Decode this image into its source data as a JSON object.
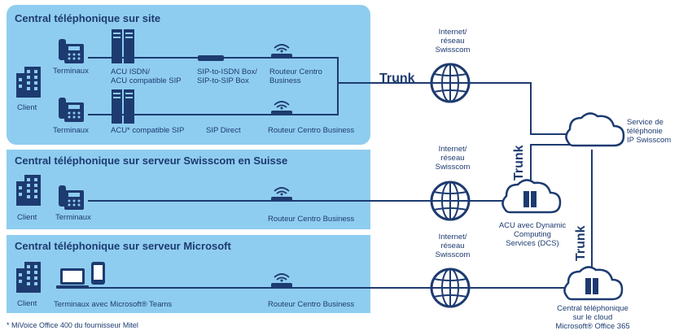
{
  "sections": [
    {
      "title": "Central téléphonique sur site"
    },
    {
      "title": "Central téléphonique sur serveur Swisscom en Suisse"
    },
    {
      "title": "Central téléphonique sur serveur Microsoft"
    }
  ],
  "labels": {
    "client1": "Client",
    "client2": "Client",
    "client3": "Client",
    "terminaux1": "Terminaux",
    "terminaux2": "Terminaux",
    "terminaux3": "Terminaux",
    "terminaux_teams": "Terminaux avec Microsoft® Teams",
    "acu_isdn_1": "ACU ISDN/",
    "acu_isdn_2": "ACU compatible SIP",
    "acu_sip": "ACU* compatible SIP",
    "sip_box_1": "SIP-to-ISDN Box/",
    "sip_box_2": "SIP-to-SIP Box",
    "sip_direct": "SIP Direct",
    "routeur_top_1": "Routeur Centro",
    "routeur_top_2": "Business",
    "routeur_row2": "Routeur Centro Business",
    "routeur_sec2": "Routeur Centro Business",
    "routeur_sec3": "Routeur Centro Business",
    "internet1": [
      "Internet/",
      "réseau",
      "Swisscom"
    ],
    "internet2": [
      "Internet/",
      "réseau",
      "Swisscom"
    ],
    "internet3": [
      "Internet/",
      "réseau",
      "Swisscom"
    ],
    "service": [
      "Service de",
      "téléphonie",
      "IP Swisscom"
    ],
    "acu_dcs": [
      "ACU avec Dynamic",
      "Computing",
      "Services (DCS)"
    ],
    "cloud_ms": [
      "Central téléphonique",
      "sur le cloud",
      "Microsoft® Office 365"
    ],
    "trunk1": "Trunk",
    "trunk2": "Trunk",
    "trunk3": "Trunk"
  },
  "footnote": "* MiVoice Office 400 du fournisseur Mitel",
  "colors": {
    "navy": "#1d3b70",
    "panel": "#8fcdf0",
    "white": "#ffffff"
  }
}
